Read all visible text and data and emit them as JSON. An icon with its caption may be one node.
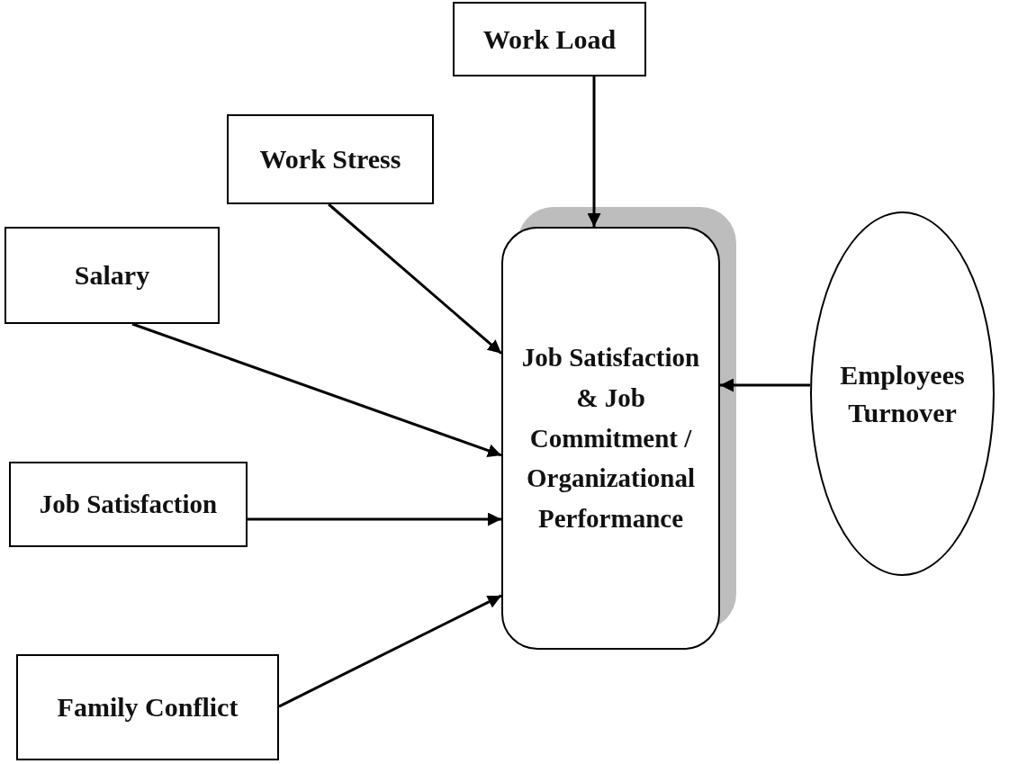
{
  "diagram": {
    "nodes": [
      {
        "text": [
          "Work Load"
        ]
      },
      {
        "text": [
          "Work Stress"
        ]
      },
      {
        "text": [
          "Salary"
        ]
      },
      {
        "text": [
          "Job Satisfaction & Job Commitment / Organizational Performance"
        ]
      },
      {
        "text": [
          "Employees Turnover"
        ]
      },
      {
        "text": [
          "Job Satisfaction"
        ]
      },
      {
        "text": [
          "Family Conflict"
        ]
      }
    ],
    "edges": [
      {
        "from": 0,
        "to": 3,
        "arrow": "to"
      },
      {
        "from": 1,
        "to": 3,
        "arrow": "to"
      },
      {
        "from": 2,
        "to": 3,
        "arrow": "to"
      },
      {
        "from": 5,
        "to": 3,
        "arrow": "to"
      },
      {
        "from": 6,
        "to": 3,
        "arrow": "to"
      },
      {
        "from": 4,
        "to": 3,
        "arrow": "to"
      }
    ]
  }
}
